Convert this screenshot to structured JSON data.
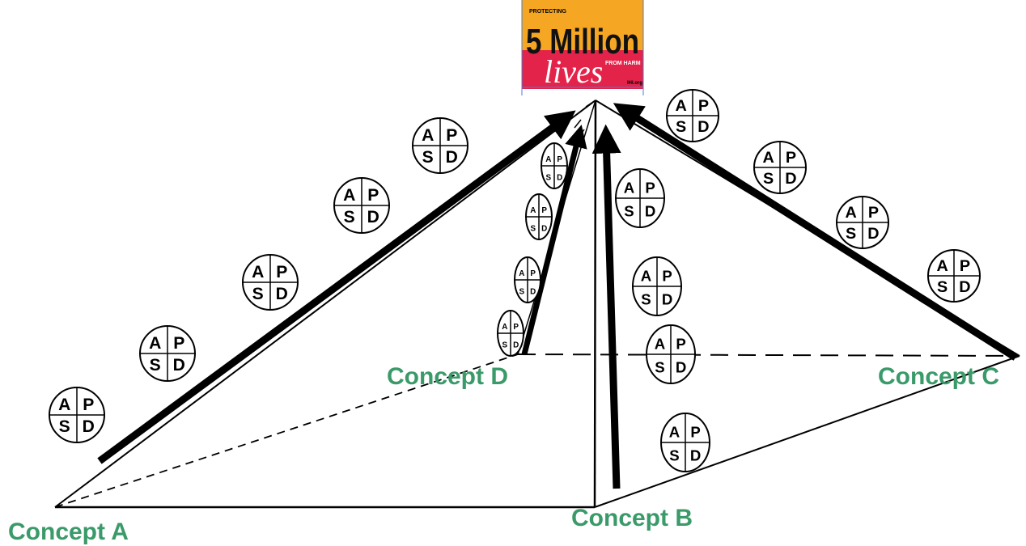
{
  "concepts": {
    "a": "Concept A",
    "b": "Concept B",
    "c": "Concept C",
    "d": "Concept D"
  },
  "pdsa_cycle": {
    "top_left": "A",
    "top_right": "P",
    "bottom_left": "S",
    "bottom_right": "D"
  },
  "logo": {
    "top_text": "PROTECTING",
    "headline": "5 Million",
    "script_word": "lives",
    "from_text": "FROM HARM",
    "org_text": "IHI.org"
  },
  "colors": {
    "concept_label": "#3a9a6a",
    "logo_orange": "#f5a623",
    "logo_red": "#e3234a",
    "line": "#000000"
  }
}
